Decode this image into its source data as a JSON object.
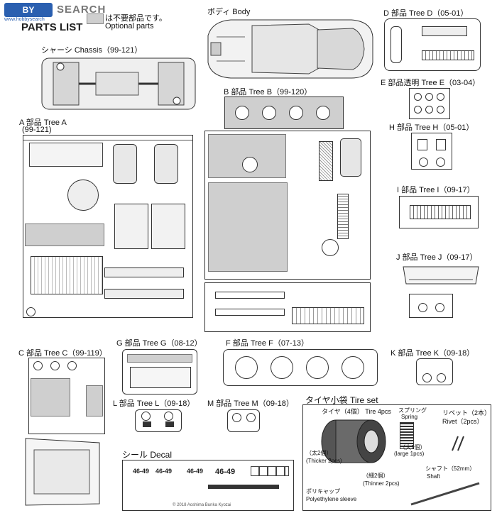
{
  "header": {
    "logo_text": "SEARCH",
    "logo_sub": "BY",
    "watermark_site": "www.hobbysearch",
    "parts_list": "PARTS LIST",
    "legend_jp": "は不要部品です。",
    "legend_en": "Optional parts"
  },
  "parts": {
    "body": "ボディ Body",
    "chassis": "シャーシ Chassis（99-121）",
    "tree_a": "A 部品 Tree A",
    "tree_a_code": "(99-121)",
    "tree_b": "B 部品 Tree B（99-120）",
    "tree_c": "C 部品 Tree C（99-119）",
    "tree_d": "D 部品 Tree D（05-01）",
    "tree_e": "E 部品透明 Tree E（03-04）",
    "tree_f": "F 部品 Tree F（07-13）",
    "tree_g": "G 部品 Tree G（08-12）",
    "tree_h": "H 部品 Tree H（05-01）",
    "tree_i": "I 部品 Tree I（09-17）",
    "tree_j": "J 部品 Tree J（09-17）",
    "tree_k": "K 部品 Tree K（09-18）",
    "tree_l": "L 部品 Tree L（09-18）",
    "tree_m": "M 部品 Tree M（09-18）",
    "decal": "シール Decal"
  },
  "tire_set": {
    "title": "タイヤ小袋 Tire set",
    "tire": "タイヤ（4個） Tire 4pcs",
    "spring_jp": "スプリング",
    "spring_en": "Spring",
    "rivet": "リベット（2本）",
    "rivet_en": "Rivet（2pcs）",
    "large": "（大1個）",
    "large_en": "(large 1pcs)",
    "thick": "（太2個）",
    "thick_en": "(Thicker 2pcs)",
    "thin": "（細2個）",
    "thin_en": "(Thinner 2pcs)",
    "poly_jp": "ポリキャップ",
    "poly_en": "Polyethylene sleeve",
    "shaft": "シャフト（52mm）",
    "shaft_en": "Shaft"
  },
  "decal": {
    "plate_texts": [
      "46-49",
      "46-49",
      "46-49",
      "46-49"
    ],
    "copyright": "© 2018 Aoshima Bunka Kyozai"
  }
}
